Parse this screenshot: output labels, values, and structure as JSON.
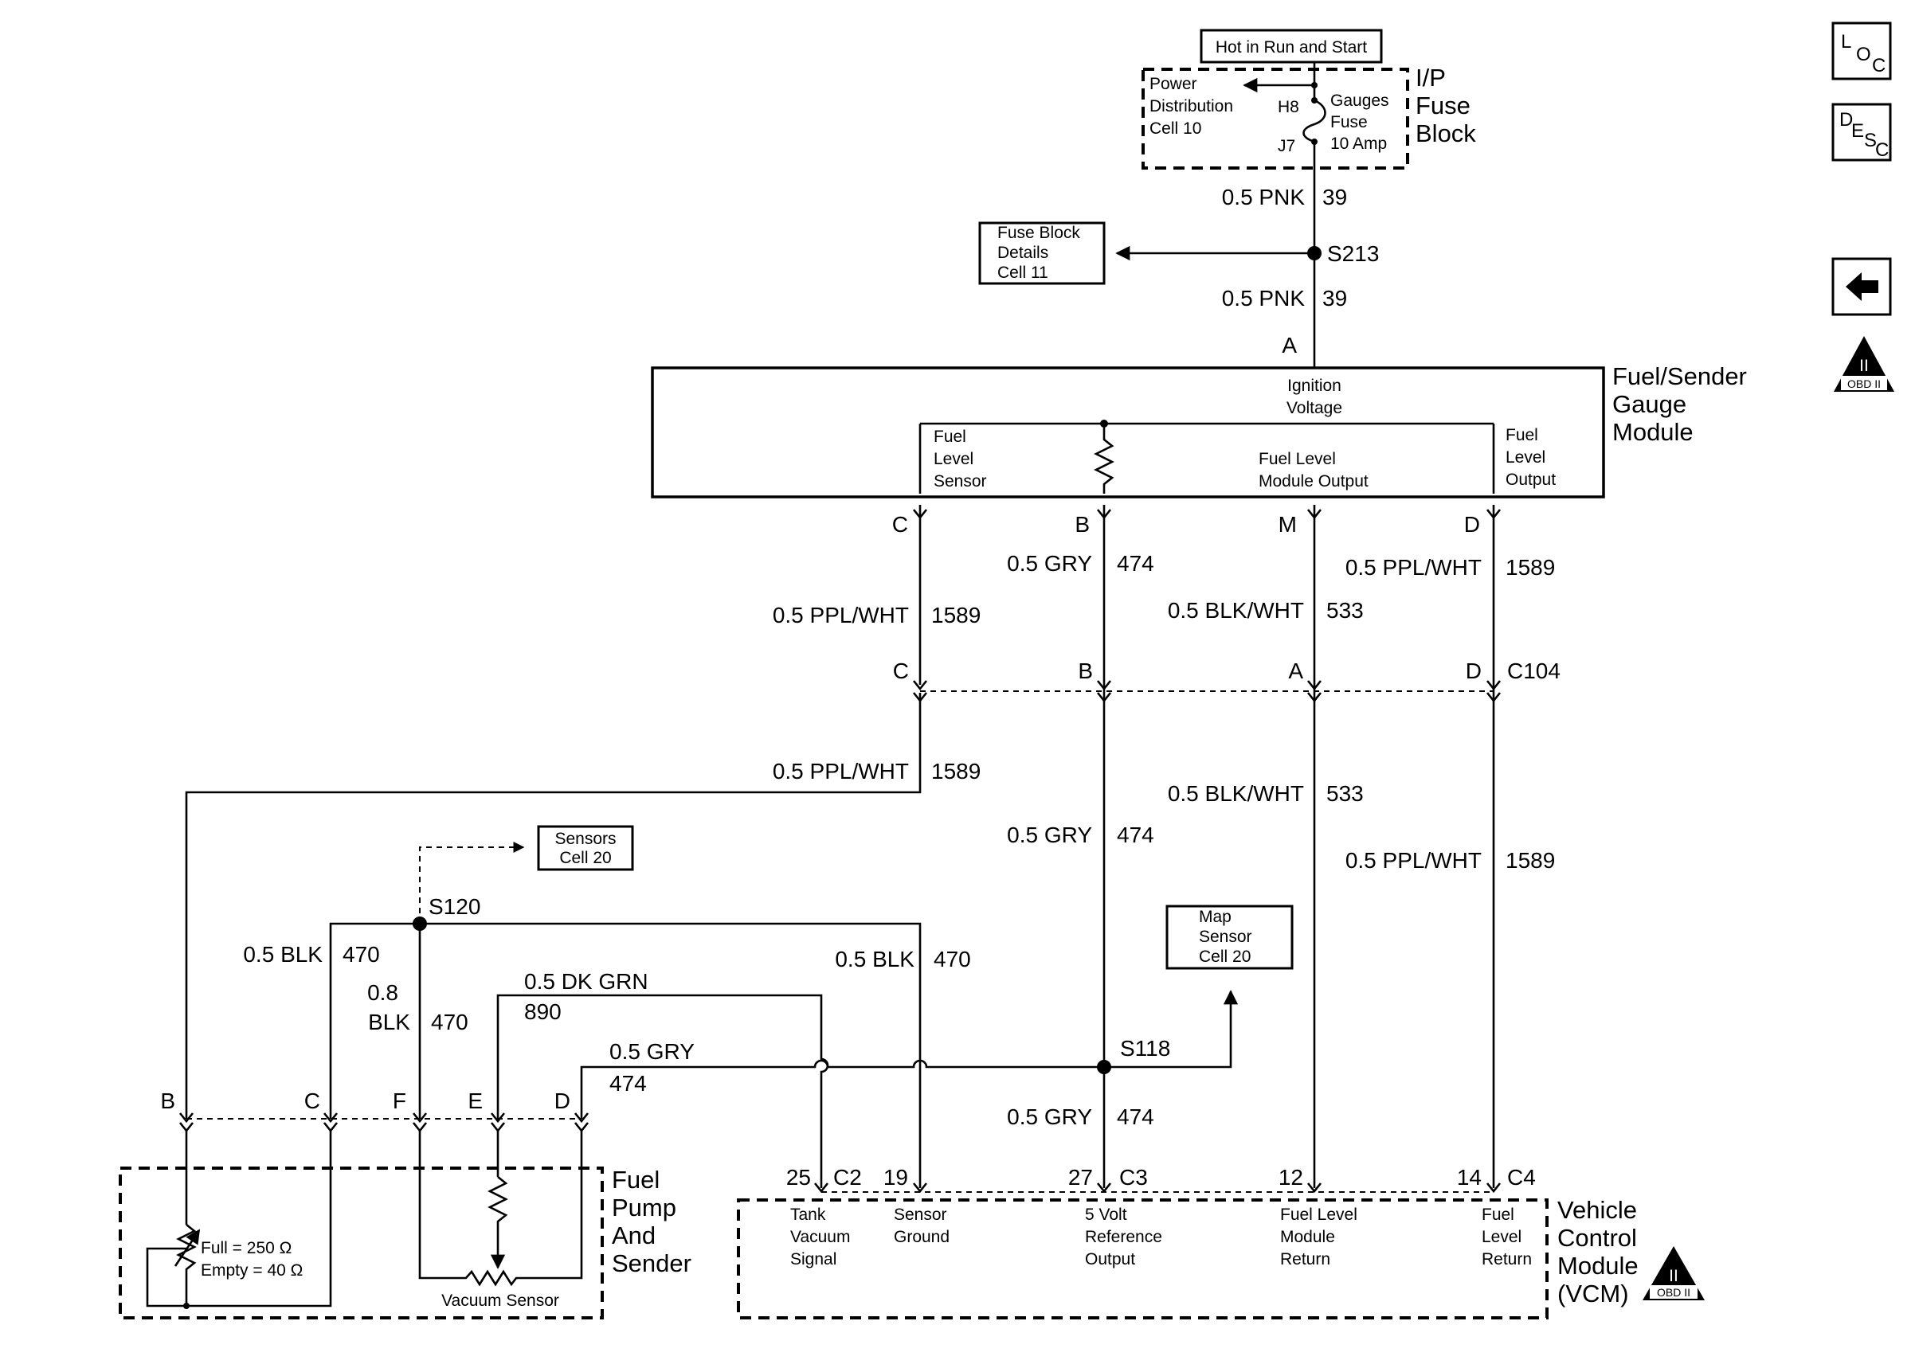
{
  "icons": {
    "loc": {
      "l": "L",
      "o": "O",
      "c": "C"
    },
    "desc": {
      "d": "D",
      "e": "E",
      "s": "S",
      "c": "C"
    },
    "obd_top": {
      "roman": "II",
      "label": "OBD II"
    },
    "obd_vcm": {
      "roman": "II",
      "label": "OBD II"
    },
    "back_arrow": "left-arrow"
  },
  "fuse_block": {
    "hot_label": "Hot in Run and Start",
    "title": [
      "I/P",
      "Fuse",
      "Block"
    ],
    "power_dist": [
      "Power",
      "Distribution",
      "Cell 10"
    ],
    "fuse_in": "H8",
    "fuse_out": "J7",
    "fuse_label": [
      "Gauges",
      "Fuse",
      "10 Amp"
    ]
  },
  "fuse_details": [
    "Fuse Block",
    "Details",
    "Cell 11"
  ],
  "splice_s213": "S213",
  "pnk_wire_top": {
    "gauge_color": "0.5 PNK",
    "circuit": "39"
  },
  "pnk_wire_bottom": {
    "gauge_color": "0.5 PNK",
    "circuit": "39"
  },
  "gauge_module": {
    "title": [
      "Fuel/Sender",
      "Gauge",
      "Module"
    ],
    "pin_a": "A",
    "ignition": [
      "Ignition",
      "Voltage"
    ],
    "fuel_level_sensor": [
      "Fuel",
      "Level",
      "Sensor"
    ],
    "module_output": [
      "Fuel Level",
      "Module Output"
    ],
    "fuel_level_output": [
      "Fuel",
      "Level",
      "Output"
    ]
  },
  "module_pins": {
    "c": "C",
    "b": "B",
    "m": "M",
    "d": "D"
  },
  "upper_wires": {
    "gry": {
      "gauge_color": "0.5 GRY",
      "circuit": "474"
    },
    "ppl_right": {
      "gauge_color": "0.5 PPL/WHT",
      "circuit": "1589"
    },
    "ppl_left": {
      "gauge_color": "0.5 PPL/WHT",
      "circuit": "1589"
    },
    "blk_wht": {
      "gauge_color": "0.5 BLK/WHT",
      "circuit": "533"
    }
  },
  "c104": {
    "name": "C104",
    "c": "C",
    "b": "B",
    "a": "A",
    "d": "D"
  },
  "lower_wires": {
    "ppl_left": {
      "gauge_color": "0.5 PPL/WHT",
      "circuit": "1589"
    },
    "blk_wht": {
      "gauge_color": "0.5 BLK/WHT",
      "circuit": "533"
    },
    "gry": {
      "gauge_color": "0.5 GRY",
      "circuit": "474"
    },
    "ppl_right": {
      "gauge_color": "0.5 PPL/WHT",
      "circuit": "1589"
    }
  },
  "sensors_cell": [
    "Sensors",
    "Cell 20"
  ],
  "splice_s120": "S120",
  "blk_left": {
    "gauge_color": "0.5 BLK",
    "circuit": "470"
  },
  "blk_08": {
    "gauge": "0.8",
    "color": "BLK",
    "circuit": "470"
  },
  "dk_grn": {
    "gauge_color": "0.5 DK GRN",
    "circuit": "890"
  },
  "blk_right": {
    "gauge_color": "0.5 BLK",
    "circuit": "470"
  },
  "map_sensor": [
    "Map",
    "Sensor",
    "Cell 20"
  ],
  "gry_left": {
    "gauge_color": "0.5 GRY",
    "circuit": "474"
  },
  "splice_s118": "S118",
  "gry_bottom": {
    "gauge_color": "0.5 GRY",
    "circuit": "474"
  },
  "sender_pins": {
    "b": "B",
    "c": "C",
    "f": "F",
    "e": "E",
    "d": "D"
  },
  "sender": {
    "title": [
      "Fuel",
      "Pump",
      "And",
      "Sender"
    ],
    "full": "Full = 250 Ω",
    "empty": "Empty = 40 Ω",
    "vacuum": "Vacuum Sensor"
  },
  "vcm": {
    "title": [
      "Vehicle",
      "Control",
      "Module",
      "(VCM)"
    ],
    "pins": {
      "p25": "25",
      "c2": "C2",
      "p19": "19",
      "p27": "27",
      "c3": "C3",
      "p12": "12",
      "p14": "14",
      "c4": "C4"
    },
    "tank": [
      "Tank",
      "Vacuum",
      "Signal"
    ],
    "ground": [
      "Sensor",
      "Ground"
    ],
    "ref": [
      "5 Volt",
      "Reference",
      "Output"
    ],
    "ret": [
      "Fuel Level",
      "Module",
      "Return"
    ],
    "fret": [
      "Fuel",
      "Level",
      "Return"
    ]
  }
}
